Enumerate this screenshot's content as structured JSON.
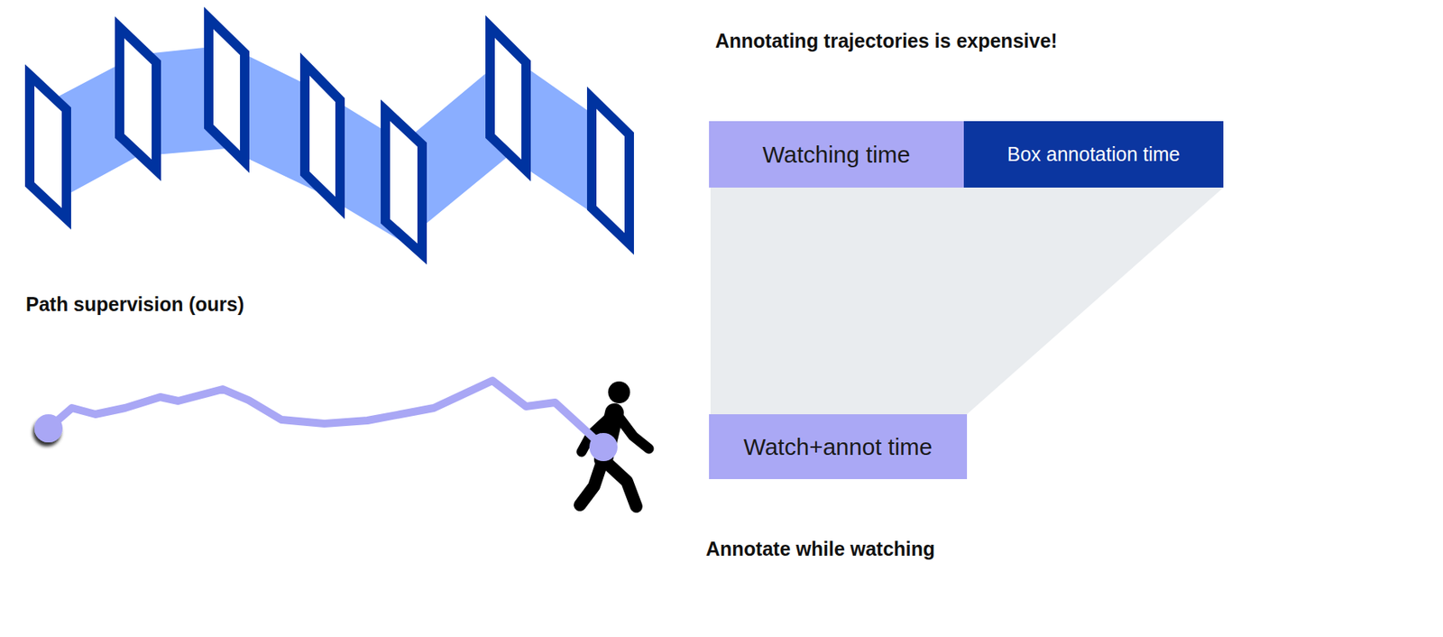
{
  "diagram": {
    "nodes": [
      {
        "text": [
          "Watching time"
        ]
      },
      {
        "text": [
          "Box annotation time"
        ]
      },
      {
        "text": [
          "Watch+annot time"
        ]
      }
    ],
    "labels": [
      "Annotating trajectories is expensive!",
      "Path supervision (ours)",
      "Annotate while watching"
    ]
  }
}
